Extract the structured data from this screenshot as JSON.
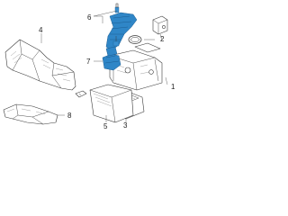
{
  "callouts": [
    {
      "id": "c1",
      "text": "1"
    },
    {
      "id": "c2",
      "text": "2"
    },
    {
      "id": "c3",
      "text": "3"
    },
    {
      "id": "c4",
      "text": "4"
    },
    {
      "id": "c5",
      "text": "5"
    },
    {
      "id": "c6",
      "text": "6"
    },
    {
      "id": "c7",
      "text": "7"
    },
    {
      "id": "c8",
      "text": "8"
    }
  ],
  "colors": {
    "line": "#3a3a3a",
    "accent_hose": "#2f86c7",
    "background": "#ffffff"
  }
}
